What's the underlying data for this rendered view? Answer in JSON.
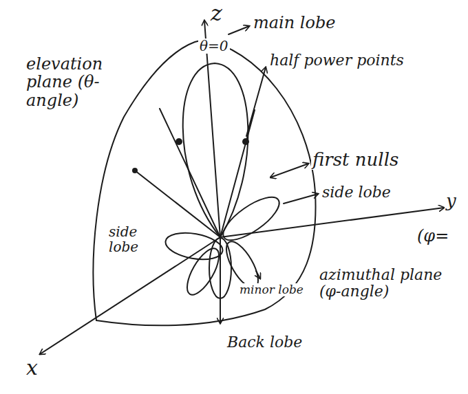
{
  "diagram": {
    "labels": [
      "z",
      "θ=0",
      "main lobe",
      "half power points",
      "first nulls",
      "side lobe",
      "y",
      "(φ=",
      "elevation plane (θ-angle)",
      "side lobe",
      "minor lobe",
      "Back lobe",
      "azimuthal plane (φ-angle)",
      "x"
    ]
  }
}
